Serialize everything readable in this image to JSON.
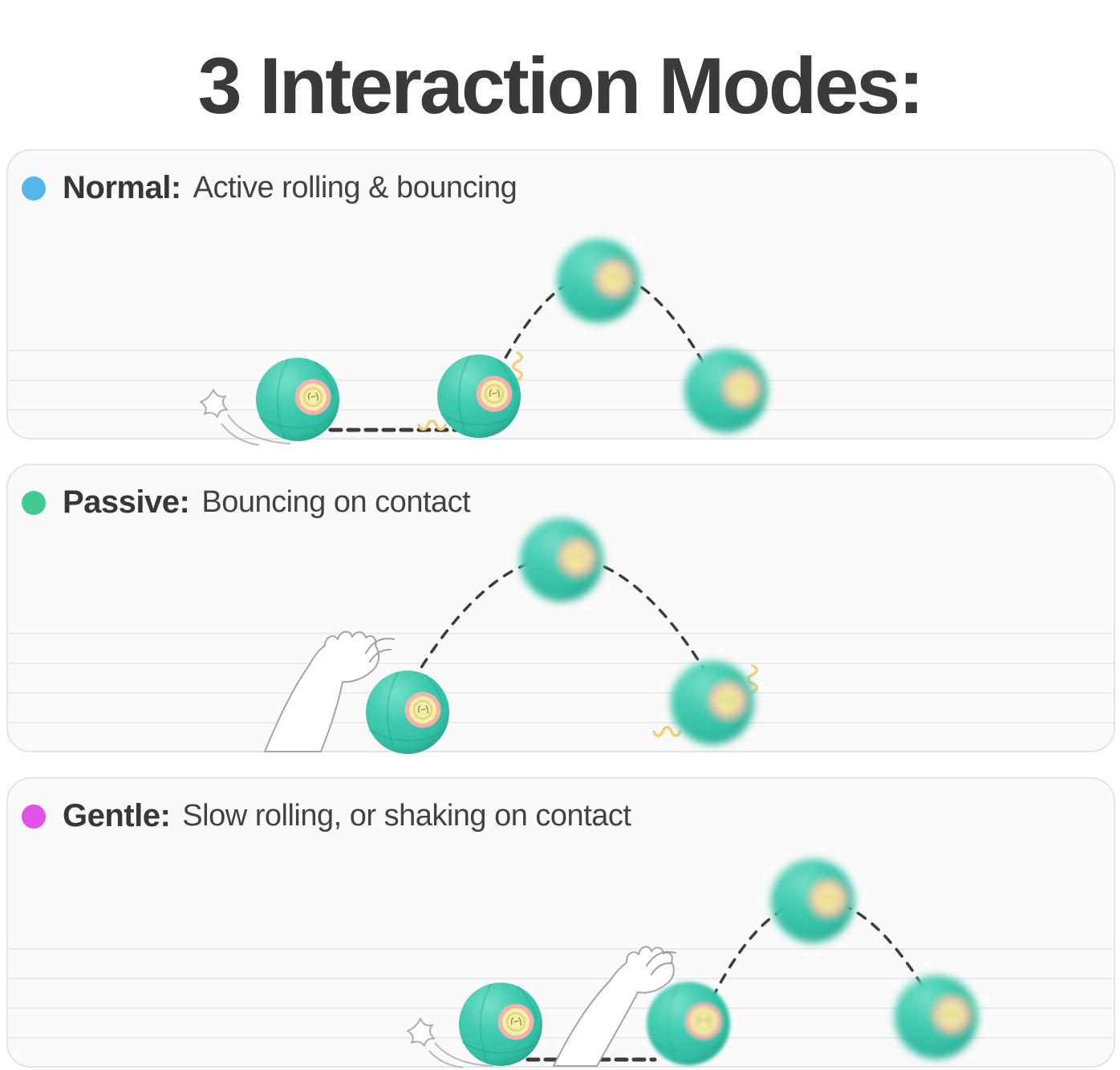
{
  "title": "3 Interaction Modes:",
  "panels": [
    {
      "label": "Normal:",
      "description": "Active rolling & bouncing",
      "dot_color": "#55b6ec"
    },
    {
      "label": "Passive:",
      "description": "Bouncing on contact",
      "dot_color": "#41cb92"
    },
    {
      "label": "Gentle:",
      "description": "Slow rolling, or shaking on contact",
      "dot_color": "#e052e8"
    }
  ],
  "colors": {
    "title": "#3a3a3a",
    "panel_bg": "#fafafa",
    "panel_border": "#e4e4e4",
    "floor_line": "#ebebeb",
    "trajectory": "#3c3c3c",
    "vibration": "#f1cf7c",
    "ball_teal": "#3cc9ad",
    "ball_eye_ring_pink": "#f2b3ae",
    "ball_eye_yellow": "#f4f1a2",
    "paw_outline": "#a5a5a5",
    "motion_line": "#9f9f9f"
  }
}
